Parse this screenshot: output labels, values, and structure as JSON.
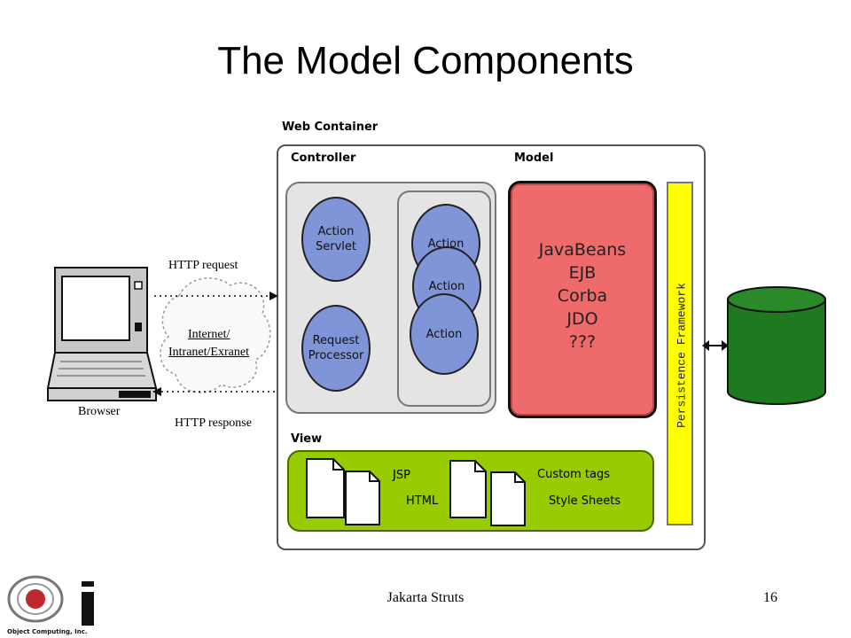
{
  "slide": {
    "title": "The Model Components"
  },
  "diagram": {
    "web_container_label": "Web Container",
    "controller_label": "Controller",
    "model_label": "Model",
    "view_label": "View",
    "action_servlet": [
      "Action",
      "Servlet"
    ],
    "request_processor": [
      "Request",
      "Processor"
    ],
    "action_label": "Action",
    "model_items": [
      "JavaBeans",
      "EJB",
      "Corba",
      "JDO",
      "???"
    ],
    "persistence_label": "Persistence Framework",
    "view_items": {
      "jsp": "JSP",
      "html": "HTML",
      "custom_tags": "Custom tags",
      "style_sheets": "Style Sheets"
    },
    "http_request": "HTTP request",
    "http_response": "HTTP response",
    "internet": [
      "Internet/",
      "Intranet/Exranet"
    ],
    "browser_label": "Browser"
  },
  "footer": {
    "center_text": "Jakarta Struts",
    "page_number": "16",
    "logo_text": "Object Computing, Inc."
  },
  "colors": {
    "action_circle": "#7f95d8",
    "model_box": "#ef6a6a",
    "persistence": "#ffff00",
    "view_box": "#99cc00",
    "database": "#1f7a1f",
    "controller_bg": "#e4e4e4",
    "logo_red": "#c0282d"
  }
}
